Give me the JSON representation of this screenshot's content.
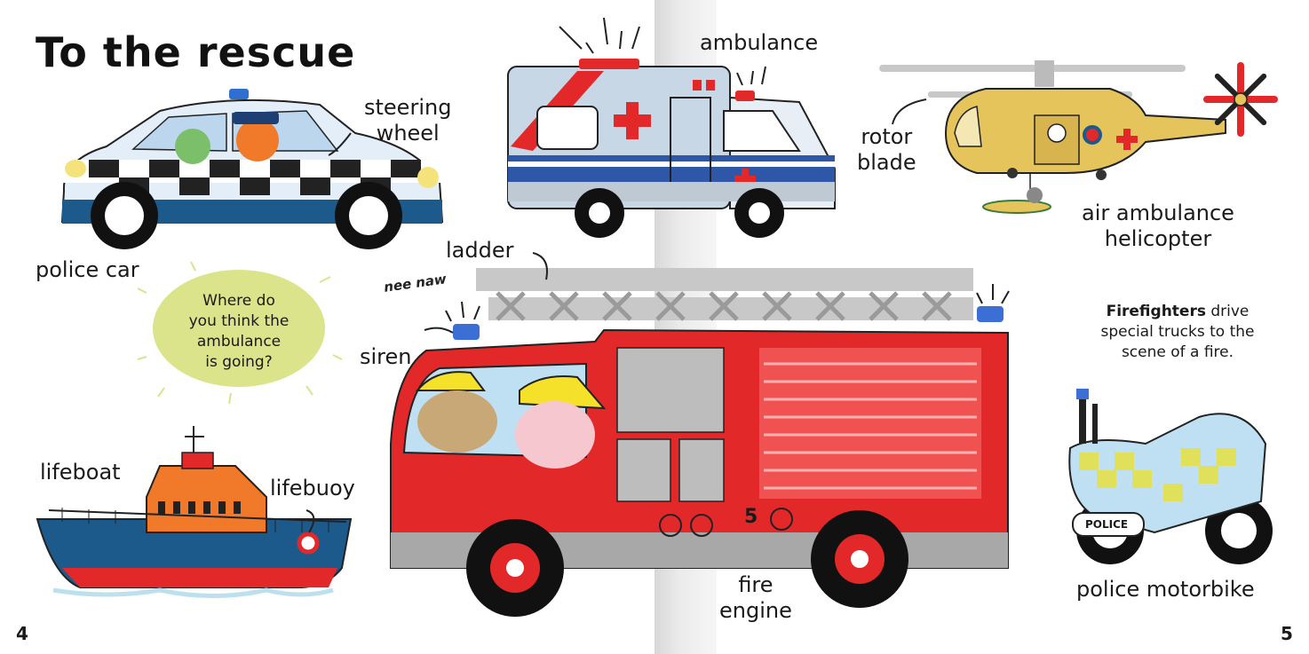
{
  "page": {
    "title": "To the rescue",
    "page_left": "4",
    "page_right": "5"
  },
  "labels": {
    "steering_wheel": [
      "steering",
      "wheel"
    ],
    "police_car": "police car",
    "ambulance": "ambulance",
    "rotor_blade": [
      "rotor",
      "blade"
    ],
    "air_ambulance": [
      "air ambulance",
      "helicopter"
    ],
    "ladder": "ladder",
    "siren": "siren",
    "fire_engine": [
      "fire",
      "engine"
    ],
    "lifeboat": "lifeboat",
    "lifebuoy": "lifebuoy",
    "police_motorbike": "police motorbike",
    "nee_naw": "nee naw",
    "fire_number": "5",
    "police_plate": "POLICE"
  },
  "question": [
    "Where do",
    "you think the",
    "ambulance",
    "is going?"
  ],
  "info": {
    "bold": "Firefighters",
    "line1_rest": " drive",
    "line2": "special trucks to the",
    "line3": "scene of a fire."
  },
  "colors": {
    "fire_red": "#e3282a",
    "police_blue": "#1d5a8c",
    "helicopter_yellow": "#e6c45c",
    "bubble_green": "#dbe48a",
    "boat_orange": "#f07a2a"
  }
}
